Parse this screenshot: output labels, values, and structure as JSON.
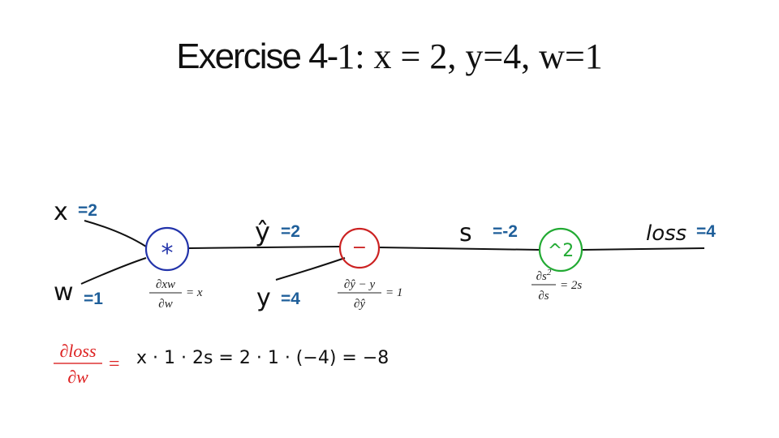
{
  "title": {
    "prefix": "Exercise 4-",
    "suffix": "1: x = 2, y=4, w=1"
  },
  "graph": {
    "inputs": {
      "x": {
        "label": "x",
        "value": "=2"
      },
      "w": {
        "label": "w",
        "value": "=1"
      },
      "y": {
        "label": "y",
        "value": "=4"
      }
    },
    "nodes": {
      "multiply": {
        "symbol": "*",
        "color": "#2233aa"
      },
      "subtract": {
        "symbol": "−",
        "color": "#cc2222"
      },
      "square": {
        "symbol": "^2",
        "color": "#22aa33"
      }
    },
    "edges": {
      "y_hat": {
        "label": "ŷ",
        "value": "=2"
      },
      "s": {
        "label": "s",
        "value": "=-2"
      },
      "loss": {
        "label": "loss",
        "value": "=4"
      }
    },
    "local_gradients": {
      "multiply": {
        "num": "∂xw",
        "den": "∂w",
        "rhs": "= x"
      },
      "subtract": {
        "num": "∂ŷ − y",
        "den": "∂ŷ",
        "rhs": "= 1"
      },
      "square": {
        "num": "∂s",
        "num_sup": "2",
        "den": "∂s",
        "rhs": "= 2s"
      }
    }
  },
  "result": {
    "lhs_num": "∂loss",
    "lhs_den": "∂w",
    "eq": "=",
    "expression": "x · 1 · 2s  =  2 · 1 · (−4) = −8",
    "color": "#dd3333"
  }
}
